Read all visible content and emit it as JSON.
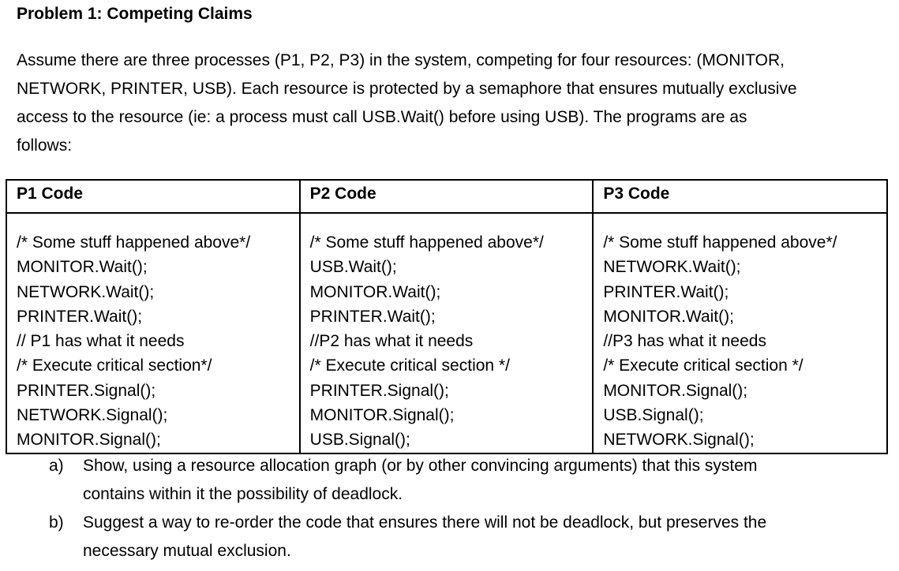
{
  "title": "Problem 1: Competing Claims",
  "intro_lines": [
    "Assume there are three processes (P1, P2, P3) in the system, competing for four resources: (MONITOR,",
    "NETWORK, PRINTER, USB).  Each resource is protected by a semaphore that ensures mutually exclusive",
    "access to the resource (ie: a process must call USB.Wait() before using USB).  The programs are as",
    "follows:"
  ],
  "table": {
    "headers": [
      "P1 Code",
      "P2 Code",
      "P3 Code"
    ],
    "columns": [
      [
        "/* Some stuff happened above*/",
        "MONITOR.Wait();",
        "NETWORK.Wait();",
        "PRINTER.Wait();",
        "// P1 has what it needs",
        "/* Execute critical section*/",
        "PRINTER.Signal();",
        "NETWORK.Signal();",
        "MONITOR.Signal();"
      ],
      [
        "/* Some stuff happened above*/",
        "USB.Wait();",
        "MONITOR.Wait();",
        "PRINTER.Wait();",
        "//P2 has what it needs",
        "/* Execute critical section */",
        "PRINTER.Signal();",
        "MONITOR.Signal();",
        "USB.Signal();"
      ],
      [
        "/* Some stuff happened above*/",
        "NETWORK.Wait();",
        "PRINTER.Wait();",
        "MONITOR.Wait();",
        "//P3 has what it needs",
        "/* Execute critical section */",
        "MONITOR.Signal();",
        "USB.Signal();",
        "NETWORK.Signal();"
      ]
    ]
  },
  "questions": [
    {
      "letter": "a)",
      "lines": [
        "Show, using a resource allocation graph (or by other convincing arguments) that this system",
        "contains within it the possibility of deadlock."
      ]
    },
    {
      "letter": "b)",
      "lines": [
        "Suggest a way to re-order the code that ensures there will not be deadlock, but preserves the",
        "necessary mutual exclusion."
      ]
    }
  ]
}
